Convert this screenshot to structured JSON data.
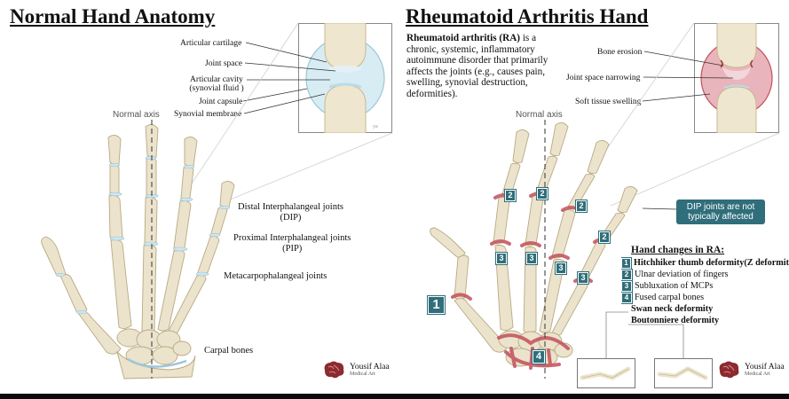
{
  "left": {
    "title": "Normal Hand Anatomy",
    "inset_labels": {
      "articular_cartilage": "Articular cartilage",
      "joint_space": "Joint space",
      "articular_cavity": "Articular cavity",
      "synovial_fluid": "(synovial fluid )",
      "joint_capsule": "Joint capsule",
      "synovial_membrane": "Synovial membrane"
    },
    "axis_label": "Normal axis",
    "joint_labels": {
      "dip": "Distal Interphalangeal joints",
      "dip_abbr": "(DIP)",
      "pip": "Proximal Interphalangeal joints",
      "pip_abbr": "(PIP)",
      "mcp": "Metacarpophalangeal joints",
      "carpal": "Carpal bones"
    },
    "logo": {
      "name": "Yousif Alaa",
      "sub": "Medical Art"
    }
  },
  "right": {
    "title": "Rheumatoid Arthritis Hand",
    "intro_bold": "Rheumatoid arthritis (RA)",
    "intro_text": " is a chronic, systemic, inflammatory autoimmune disorder that primarily affects the joints (e.g., causes pain, swelling, synovial destruction, deformities).",
    "inset_labels": {
      "bone_erosion": "Bone erosion",
      "joint_space_narrowing": "Joint space narrowing",
      "soft_tissue_swelling": "Soft tissue swelling"
    },
    "axis_label": "Normal axis",
    "dip_callout": "DIP joints are not typically affected",
    "hand_changes": {
      "title": "Hand changes in RA:",
      "items": [
        {
          "num": "1",
          "text": "Hitchhiker thumb deformity(Z deformit",
          "bold": true
        },
        {
          "num": "2",
          "text": "Ulnar deviation of fingers",
          "bold": false
        },
        {
          "num": "3",
          "text": "Subluxation of MCPs",
          "bold": false
        },
        {
          "num": "4",
          "text": "Fused carpal bones",
          "bold": false
        }
      ],
      "extra": [
        "Swan neck deformity",
        "Boutonniere deformity"
      ]
    },
    "badges": [
      "1",
      "2",
      "2",
      "2",
      "2",
      "3",
      "3",
      "3",
      "3",
      "4"
    ],
    "logo": {
      "name": "Yousif Alaa",
      "sub": "Medical Art"
    }
  },
  "colors": {
    "bone": "#ece3cc",
    "bone_stroke": "#b9a983",
    "cartilage": "#cfe6ef",
    "inflammation": "#c2505c",
    "badge": "#2f6e7a"
  }
}
